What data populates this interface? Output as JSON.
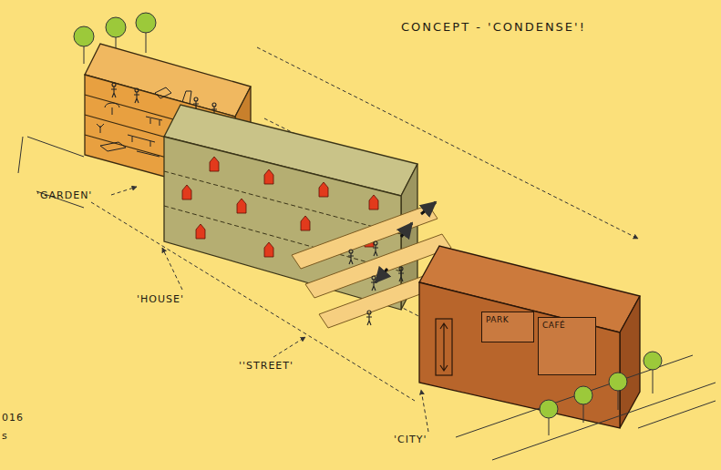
{
  "diagram": {
    "title": "CONCEPT - 'CONDENSE'!",
    "nodes": [
      {
        "text": [
          "PARK"
        ]
      },
      {
        "text": [
          "CAFÉ"
        ]
      }
    ],
    "labels": [
      "'GARDEN'",
      "'HOUSE'",
      "''STREET'",
      "'CITY'",
      "016",
      "s"
    ]
  }
}
